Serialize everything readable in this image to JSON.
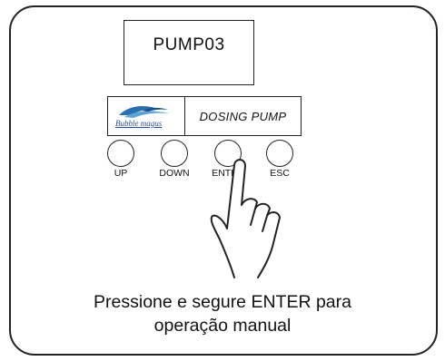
{
  "display": {
    "text": "PUMP03"
  },
  "badge": {
    "brand": "Bubble magus",
    "product": "DOSING PUMP",
    "brand_color": "#2a4f8f"
  },
  "buttons": [
    {
      "label": "UP"
    },
    {
      "label": "DOWN"
    },
    {
      "label": "ENTER"
    },
    {
      "label": "ESC"
    }
  ],
  "instruction": {
    "line1": "Pressione e segure ENTER para",
    "line2": "operação manual"
  },
  "icons": {
    "hand": "pointing-hand-icon",
    "logo": "bubble-wave-logo-icon"
  }
}
